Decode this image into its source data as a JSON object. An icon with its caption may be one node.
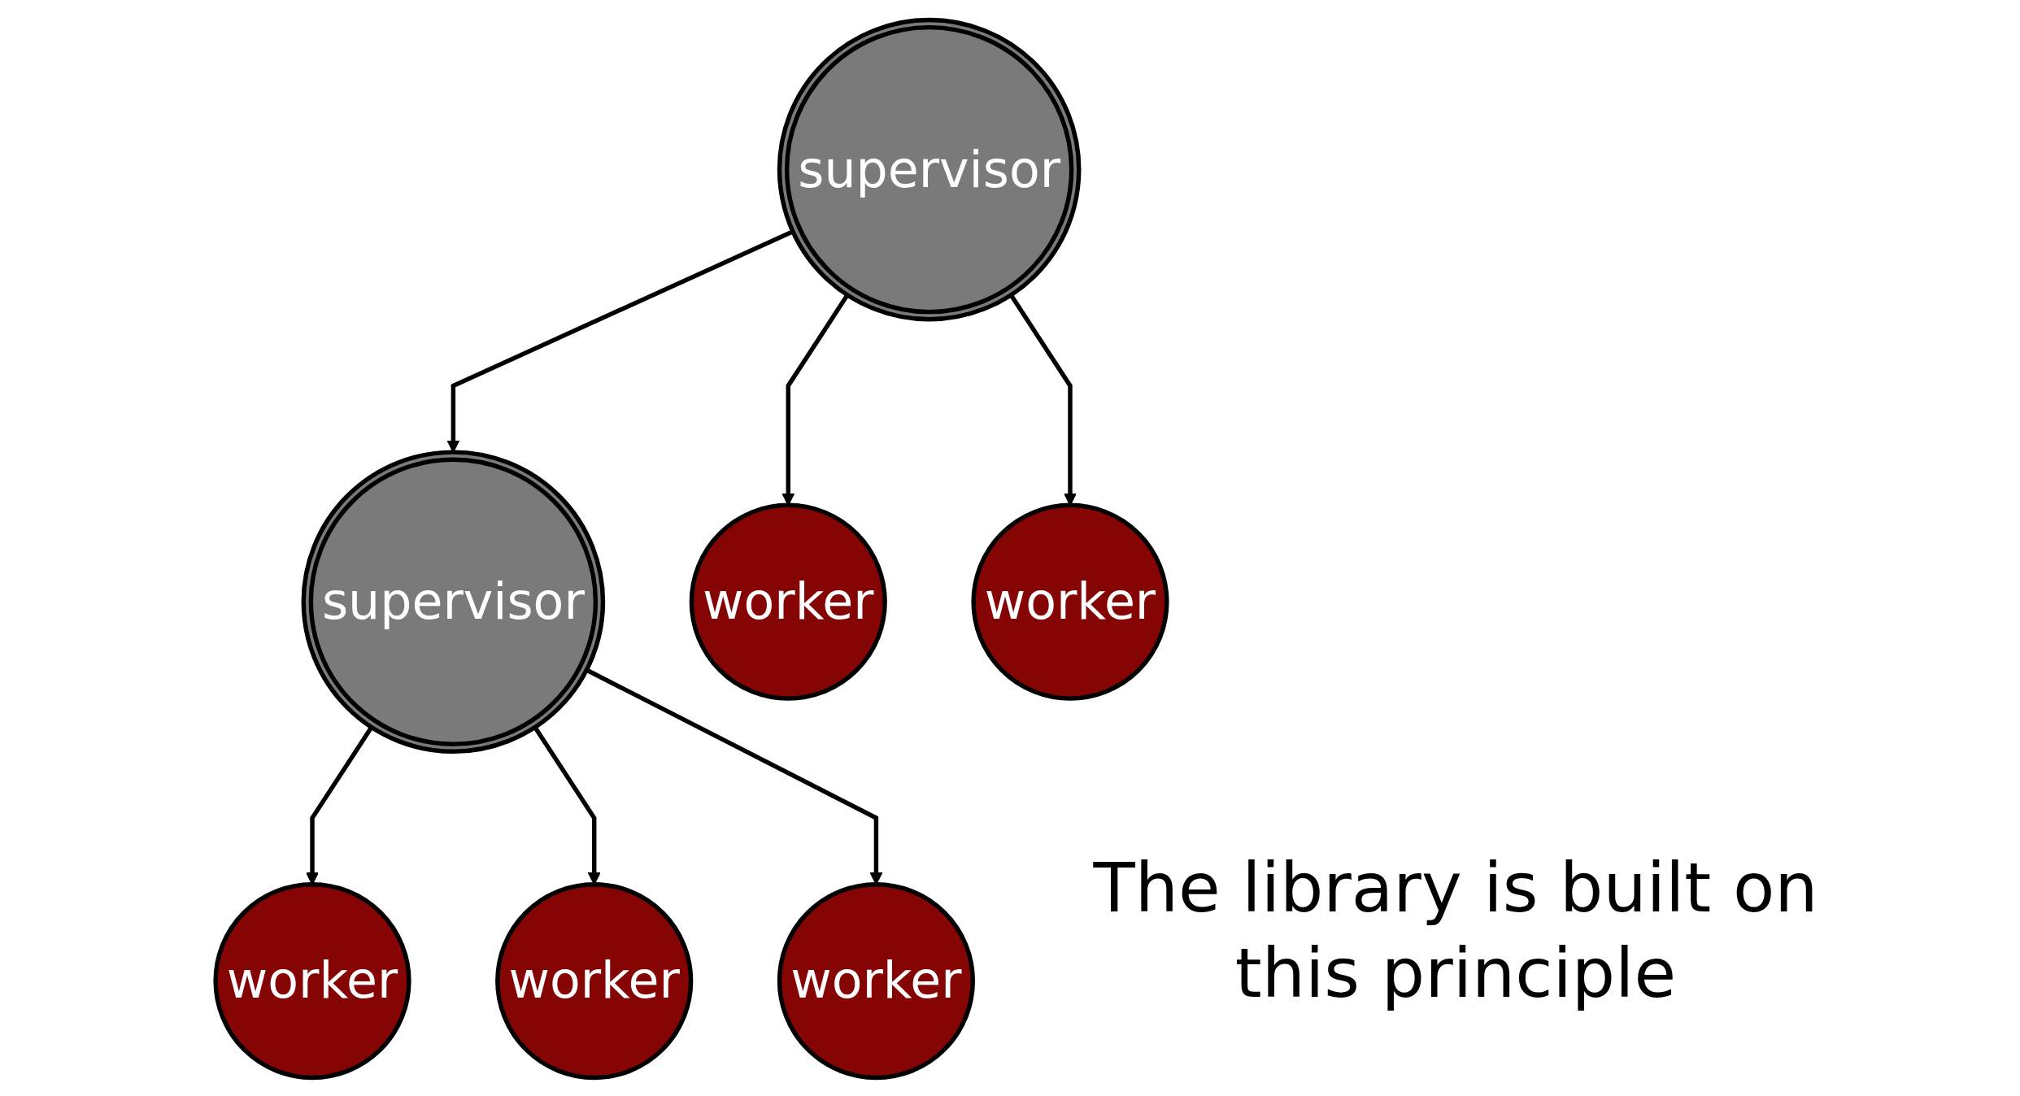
{
  "diagram": {
    "nodes": [
      {
        "text": [
          "supervisor"
        ]
      },
      {
        "text": [
          "supervisor"
        ]
      },
      {
        "text": [
          "worker"
        ]
      },
      {
        "text": [
          "worker"
        ]
      },
      {
        "text": [
          "worker"
        ]
      },
      {
        "text": [
          "worker"
        ]
      },
      {
        "text": [
          "worker"
        ]
      }
    ],
    "edges": [
      {
        "from": 0,
        "to": 1,
        "arrow": "to"
      },
      {
        "from": 0,
        "to": 2,
        "arrow": "to"
      },
      {
        "from": 0,
        "to": 3,
        "arrow": "to"
      },
      {
        "from": 1,
        "to": 4,
        "arrow": "to"
      },
      {
        "from": 1,
        "to": 5,
        "arrow": "to"
      },
      {
        "from": 1,
        "to": 6,
        "arrow": "to"
      }
    ],
    "labels": [
      "The library is built on this principle"
    ]
  }
}
